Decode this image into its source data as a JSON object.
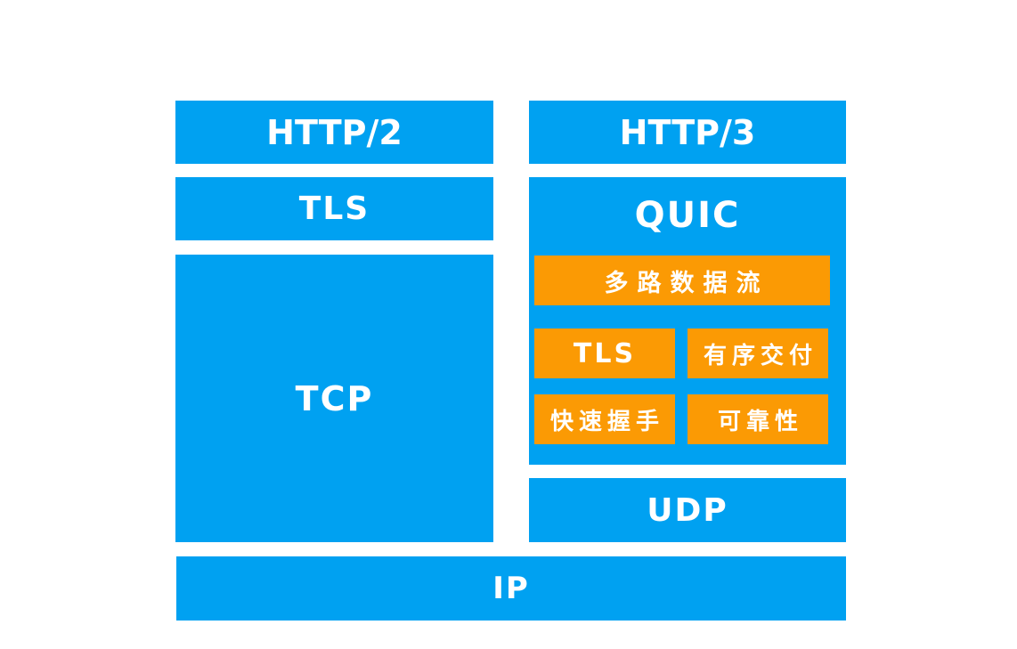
{
  "colors": {
    "box_blue": "#00A1F1",
    "box_orange": "#FB9A04",
    "text": "#FFFFFF",
    "background": "#FFFFFF"
  },
  "diagram": {
    "http2_stack": {
      "http2": "HTTP/2",
      "tls": "TLS",
      "tcp": "TCP"
    },
    "http3_stack": {
      "http3": "HTTP/3",
      "quic": "QUIC",
      "quic_features": {
        "multiplexed_streams": "多路数据流",
        "tls": "TLS",
        "ordered_delivery": "有序交付",
        "fast_handshake": "快速握手",
        "reliability": "可靠性"
      },
      "udp": "UDP"
    },
    "shared": {
      "ip": "IP"
    }
  }
}
